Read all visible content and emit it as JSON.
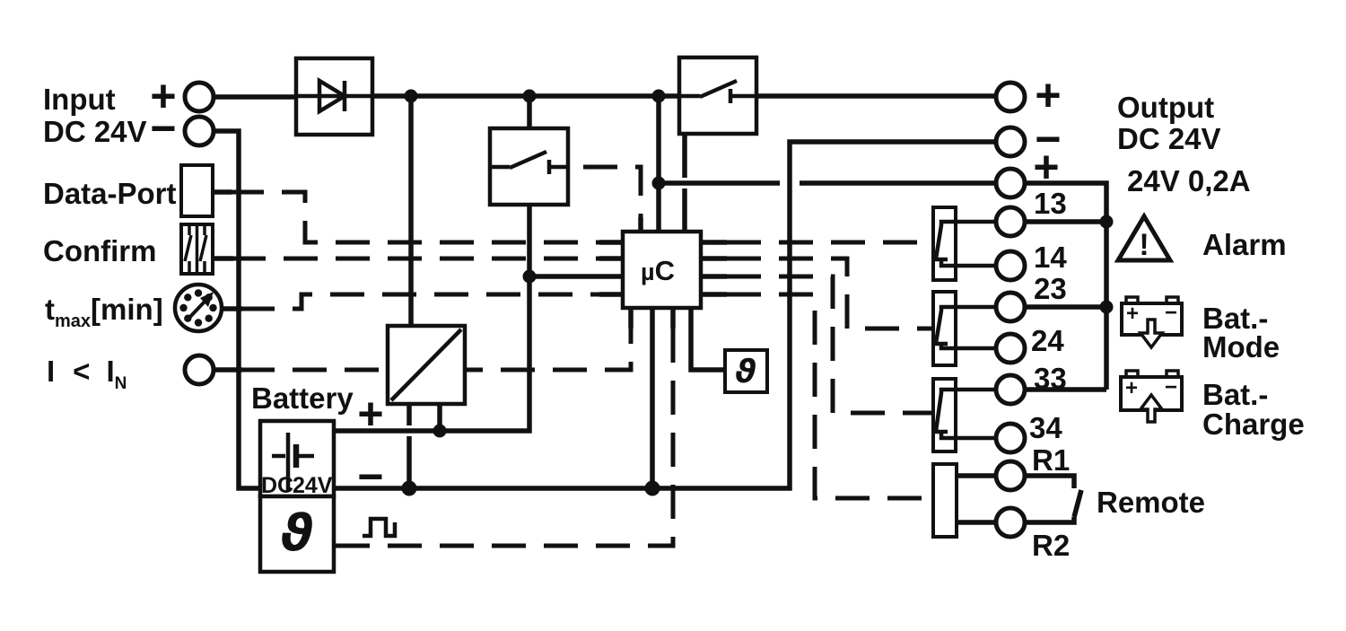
{
  "colors": {
    "line": "#111111",
    "background": "#ffffff"
  },
  "input": {
    "label": "Input",
    "voltage": "DC 24V",
    "plus": "+",
    "minus": "−"
  },
  "left_controls": {
    "data_port": "Data-Port",
    "confirm": "Confirm",
    "tmax_base": "t",
    "tmax_sub": "max",
    "tmax_bracket": "[min]",
    "current_i": "I",
    "current_lt": "<",
    "current_i2": "I",
    "current_sub": "N"
  },
  "battery": {
    "label": "Battery",
    "plus": "+",
    "minus": "−",
    "cell_dc": "DC",
    "cell_24v": "24V",
    "temp_symbol": "ϑ"
  },
  "blocks": {
    "micro_mu": "µ",
    "micro_c": "C",
    "temp_sensor": "ϑ"
  },
  "output": {
    "label": "Output",
    "voltage": "DC 24V",
    "plus": "+",
    "minus": "−",
    "aux_plus": "+",
    "aux_rating": "24V 0,2A"
  },
  "terminals": {
    "t13": "13",
    "t14": "14",
    "t23": "23",
    "t24": "24",
    "t33": "33",
    "t34": "34",
    "r1": "R1",
    "r2": "R2"
  },
  "right_labels": {
    "alarm": "Alarm",
    "alarm_mark": "!",
    "bat_mode_line1": "Bat.-",
    "bat_mode_line2": "Mode",
    "bat_charge_line1": "Bat.-",
    "bat_charge_line2": "Charge",
    "remote": "Remote",
    "mode_plus": "+",
    "mode_minus": "−",
    "charge_plus": "+",
    "charge_minus": "−"
  },
  "icons": {
    "diode-icon": "rectifier diode (triangle + bar)",
    "switch-icon": "open switch contact",
    "converter-icon": "square with diagonal (DC/DC converter)",
    "microcontroller-block": "µC block",
    "rotary-dial-icon": "rotary selector with 8 holes and pointer",
    "pushbutton-icon": "double contact (Confirm)",
    "battery-cell-icon": "battery cell plates",
    "theta-icon": "temperature sensor ϑ",
    "pulse-icon": "square-wave pulse",
    "warning-triangle-icon": "alarm triangle with !",
    "battery-discharge-icon": "battery with down arrow",
    "battery-charge-icon": "battery with up arrow",
    "relay-contact-icon": "relay NO contact",
    "remote-switch-icon": "external remote contact"
  }
}
